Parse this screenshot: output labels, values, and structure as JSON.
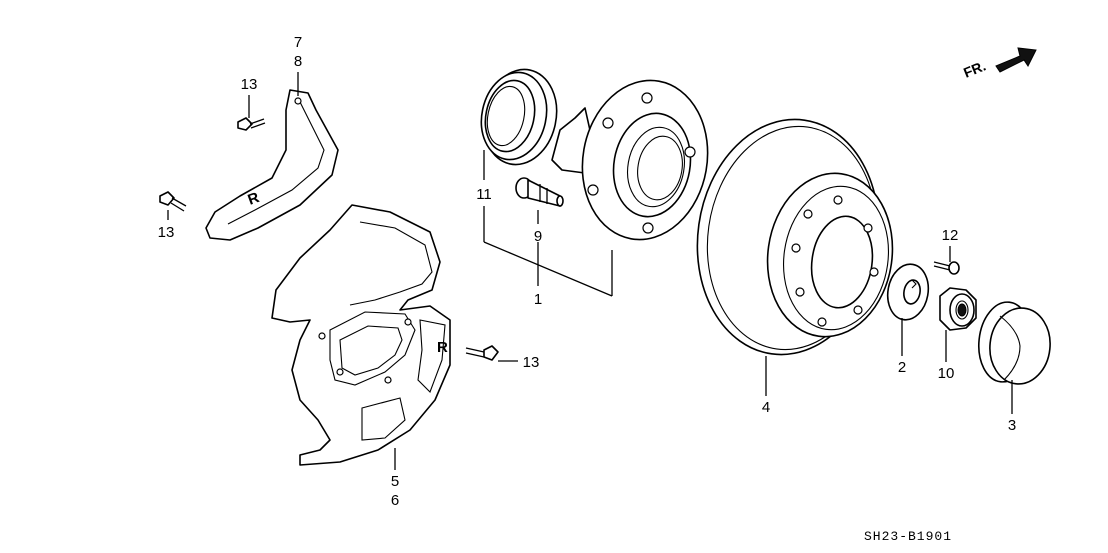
{
  "title": "Rear brake disc / hub assembly parts diagram",
  "diagram_code": "SH23-B1901",
  "direction_label": "FR.",
  "callouts": {
    "c1": "1",
    "c2": "2",
    "c3": "3",
    "c4": "4",
    "c5": "5",
    "c6": "6",
    "c7": "7",
    "c8": "8",
    "c9": "9",
    "c10": "10",
    "c11": "11",
    "c12": "12",
    "c13a": "13",
    "c13b": "13",
    "c13c": "13"
  }
}
